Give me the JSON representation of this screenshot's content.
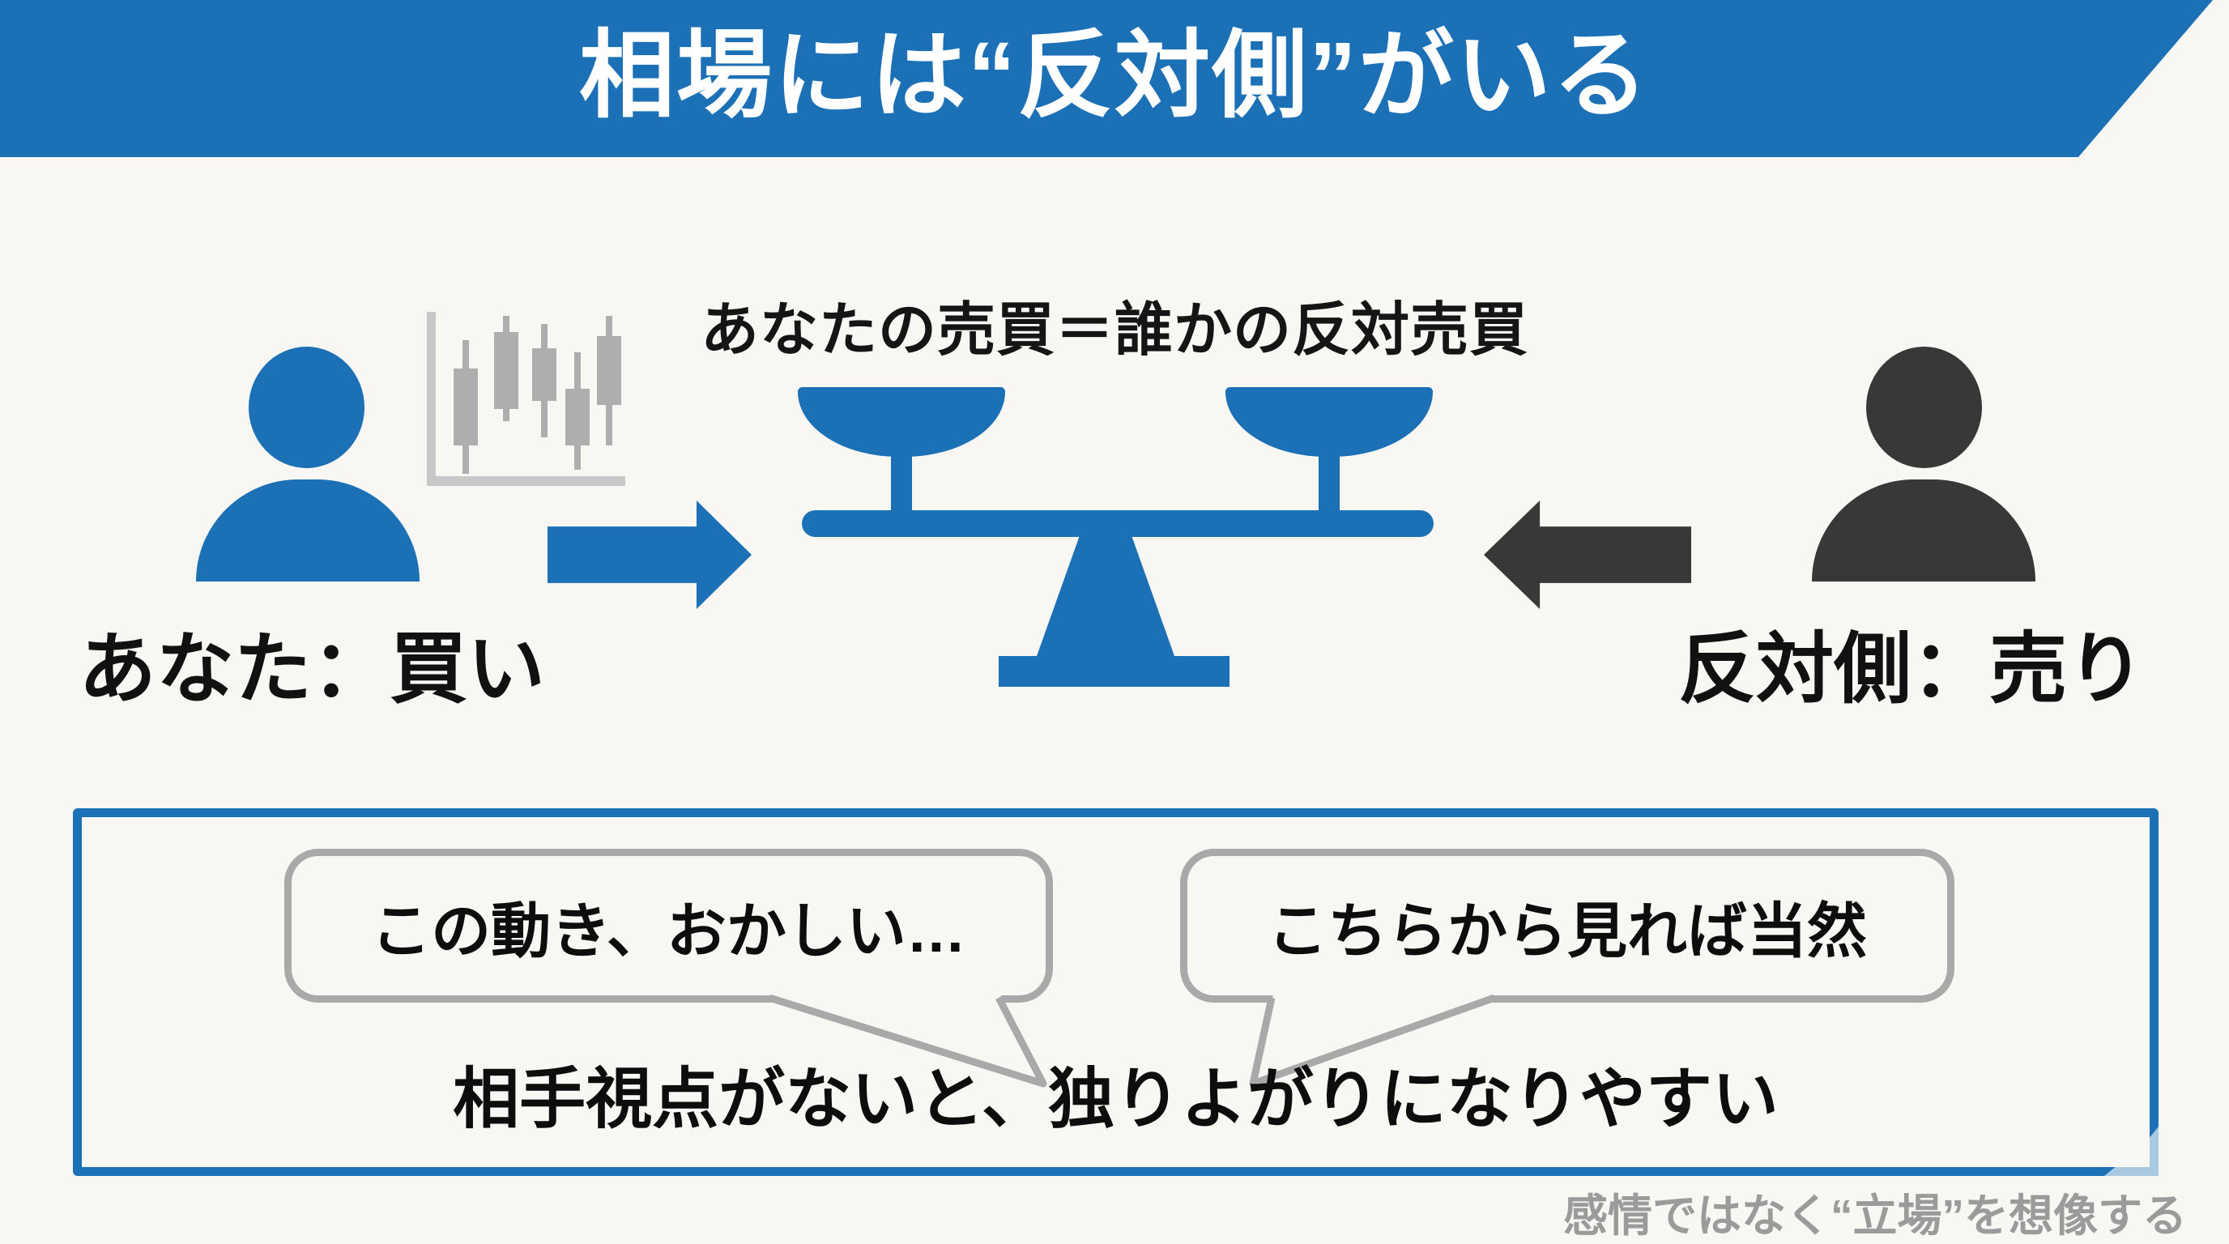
{
  "banner": {
    "title": "相場には“反対側”がいる",
    "bg_color": "#1b70b6",
    "text_color": "#ffffff"
  },
  "equation": {
    "text": "あなたの売買＝誰かの反対売買"
  },
  "buyer": {
    "label": "あなた：買い",
    "color": "#1b70b6",
    "icons": [
      "person-icon",
      "candlestick-chart-icon",
      "right-arrow-icon"
    ]
  },
  "seller": {
    "label": "反対側：売り",
    "color": "#383838",
    "icons": [
      "person-icon",
      "left-arrow-icon"
    ]
  },
  "balance": {
    "icon": "balance-scale-icon",
    "color": "#1b70b6"
  },
  "panel": {
    "border_color": "#1b70b6",
    "corner_accent_color": "#a9c9e2",
    "bubbles": [
      {
        "text": "この動き、おかしい…"
      },
      {
        "text": "こちらから見れば当然"
      }
    ],
    "conclusion": "相手視点がないと、独りよがりになりやすい",
    "bubble_border_color": "#a9a9a9"
  },
  "footer": {
    "note": "感情ではなく“立場”を想像する",
    "color": "#9b9b9b"
  }
}
